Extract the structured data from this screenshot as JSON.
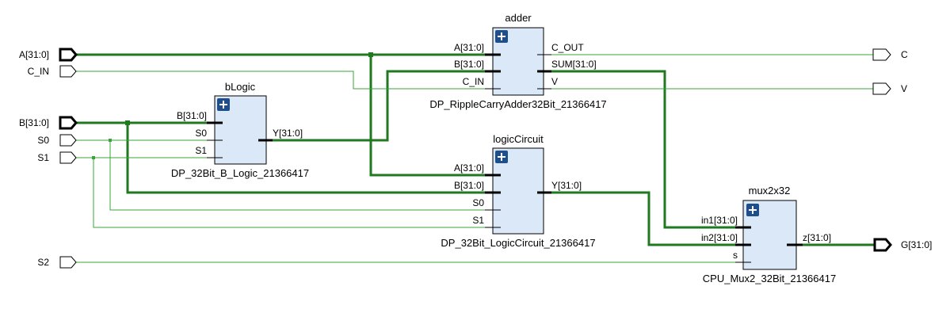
{
  "diagram": {
    "inputs": {
      "a": "A[31:0]",
      "c_in": "C_IN",
      "b": "B[31:0]",
      "s0": "S0",
      "s1": "S1",
      "s2": "S2"
    },
    "outputs": {
      "c": "C",
      "v": "V",
      "g": "G[31:0]"
    },
    "adder": {
      "instance": "adder",
      "module": "DP_RippleCarryAdder32Bit_21366417",
      "in_a": "A[31:0]",
      "in_b": "B[31:0]",
      "in_cin": "C_IN",
      "out_cout": "C_OUT",
      "out_sum": "SUM[31:0]",
      "out_v": "V"
    },
    "blogic": {
      "instance": "bLogic",
      "module": "DP_32Bit_B_Logic_21366417",
      "in_b": "B[31:0]",
      "in_s0": "S0",
      "in_s1": "S1",
      "out_y": "Y[31:0]"
    },
    "logiccircuit": {
      "instance": "logicCircuit",
      "module": "DP_32Bit_LogicCircuit_21366417",
      "in_a": "A[31:0]",
      "in_b": "B[31:0]",
      "in_s0": "S0",
      "in_s1": "S1",
      "out_y": "Y[31:0]"
    },
    "mux": {
      "instance": "mux2x32",
      "module": "CPU_Mux2_32Bit_21366417",
      "in_in1": "in1[31:0]",
      "in_in2": "in2[31:0]",
      "in_s": "s",
      "out_z": "z[31:0]"
    },
    "colors": {
      "bus_wire": "#1f7a1f",
      "bit_wire": "#3aa43a",
      "block_fill": "#dbe8f7",
      "expand_button": "#1f4e8c"
    }
  }
}
